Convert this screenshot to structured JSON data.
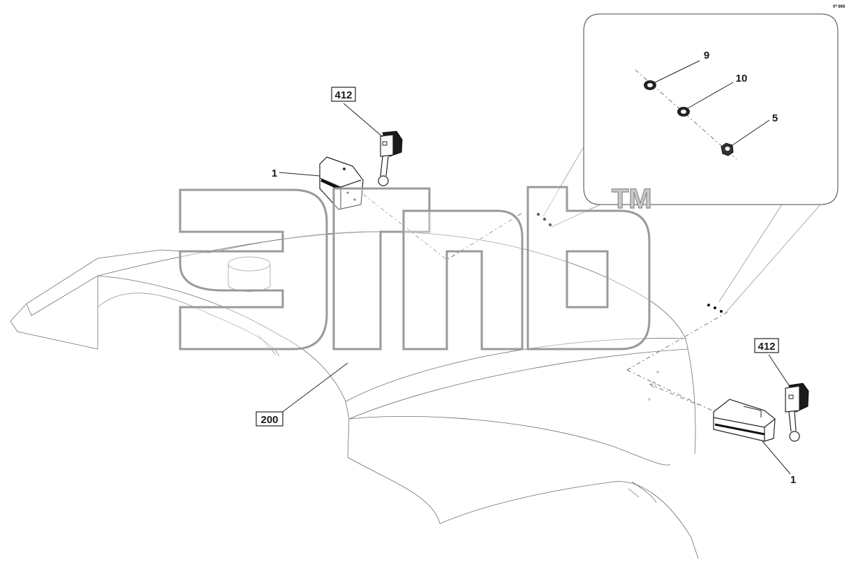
{
  "labels": {
    "fender": "200",
    "lamp_left": "1",
    "lamp_right": "1",
    "bracket_left": "412",
    "bracket_right": "412",
    "washer": "9",
    "lock_washer": "10",
    "nut": "5"
  },
  "watermark": {
    "trademark": "TM"
  },
  "corner_code": "0⁰ 866"
}
